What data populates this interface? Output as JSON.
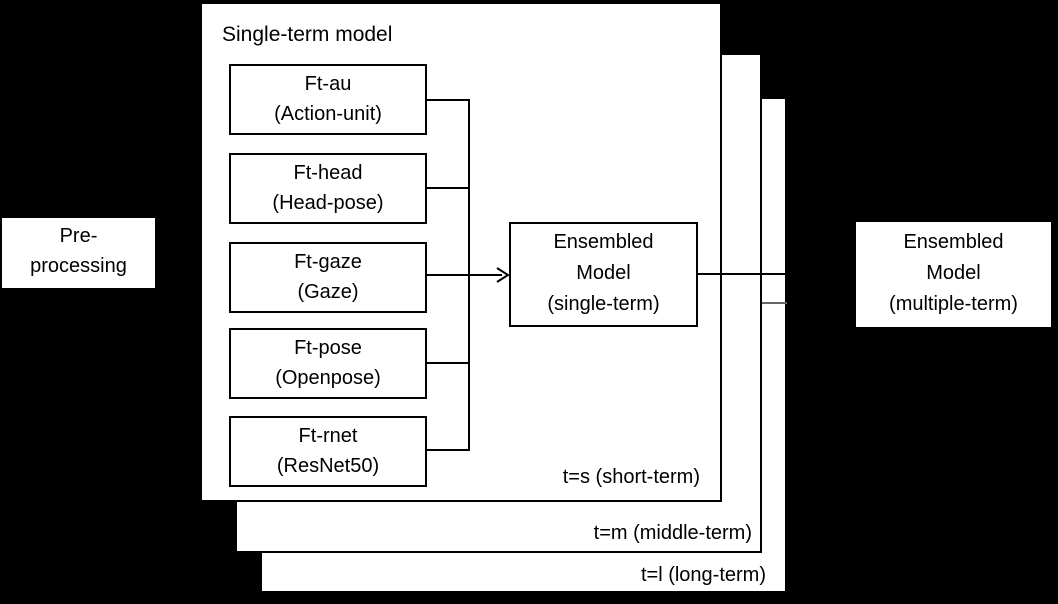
{
  "colors": {
    "background": "#000000",
    "panel_fill": "#ffffff",
    "line_color": "#000000",
    "secondary_line_color": "#666666"
  },
  "preprocessing": {
    "line1": "Pre-",
    "line2": "processing"
  },
  "front_panel": {
    "title": "Single-term model",
    "term_label": "t=s (short-term)"
  },
  "middle_panel": {
    "term_label": "t=m (middle-term)"
  },
  "back_panel": {
    "term_label": "t=l (long-term)"
  },
  "feature_boxes": [
    {
      "name": "Ft-au",
      "source": "(Action-unit)"
    },
    {
      "name": "Ft-head",
      "source": "(Head-pose)"
    },
    {
      "name": "Ft-gaze",
      "source": "(Gaze)"
    },
    {
      "name": "Ft-pose",
      "source": "(Openpose)"
    },
    {
      "name": "Ft-rnet",
      "source": "(ResNet50)"
    }
  ],
  "ensembled_single": {
    "line1": "Ensembled",
    "line2": "Model",
    "line3": "(single-term)"
  },
  "ensembled_multiple": {
    "line1": "Ensembled",
    "line2": "Model",
    "line3": "(multiple-term)"
  }
}
